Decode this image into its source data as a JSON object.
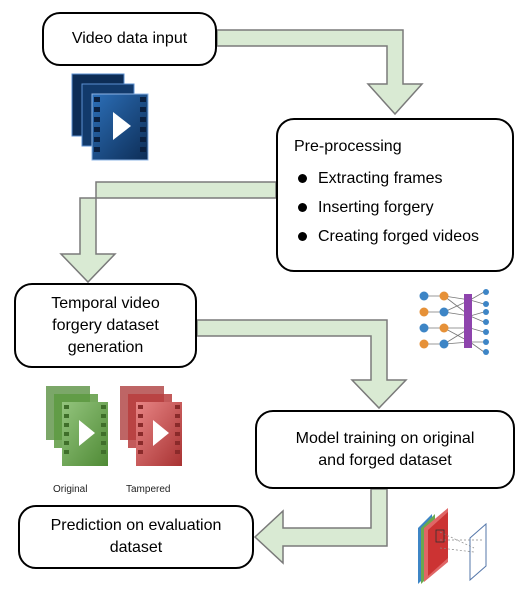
{
  "nodes": {
    "input": {
      "line1": "Video data input"
    },
    "preprocessing": {
      "title": "Pre-processing",
      "bullets": [
        "Extracting frames",
        "Inserting forgery",
        "Creating forged videos"
      ]
    },
    "temporal": {
      "line1": "Temporal video",
      "line2": "forgery dataset",
      "line3": "generation"
    },
    "model": {
      "line1": "Model training on original",
      "line2": "and forged dataset"
    },
    "prediction": {
      "line1": "Prediction on evaluation",
      "line2": "dataset"
    }
  },
  "captions": {
    "original": "Original",
    "tampered": "Tampered"
  },
  "colors": {
    "arrow_fill": "#d9ead3",
    "arrow_stroke": "#7a7a7a",
    "video_blue": "#1f4f8a",
    "video_green": "#6aa84f",
    "video_red": "#cc4a4a",
    "nn_orange": "#e69138",
    "nn_blue": "#3d85c6",
    "nn_purple": "#8e44ad"
  },
  "icons": [
    "video-stack-blue-icon",
    "neural-network-icon",
    "video-stack-green-icon",
    "video-stack-red-icon",
    "cnn-layers-icon"
  ]
}
